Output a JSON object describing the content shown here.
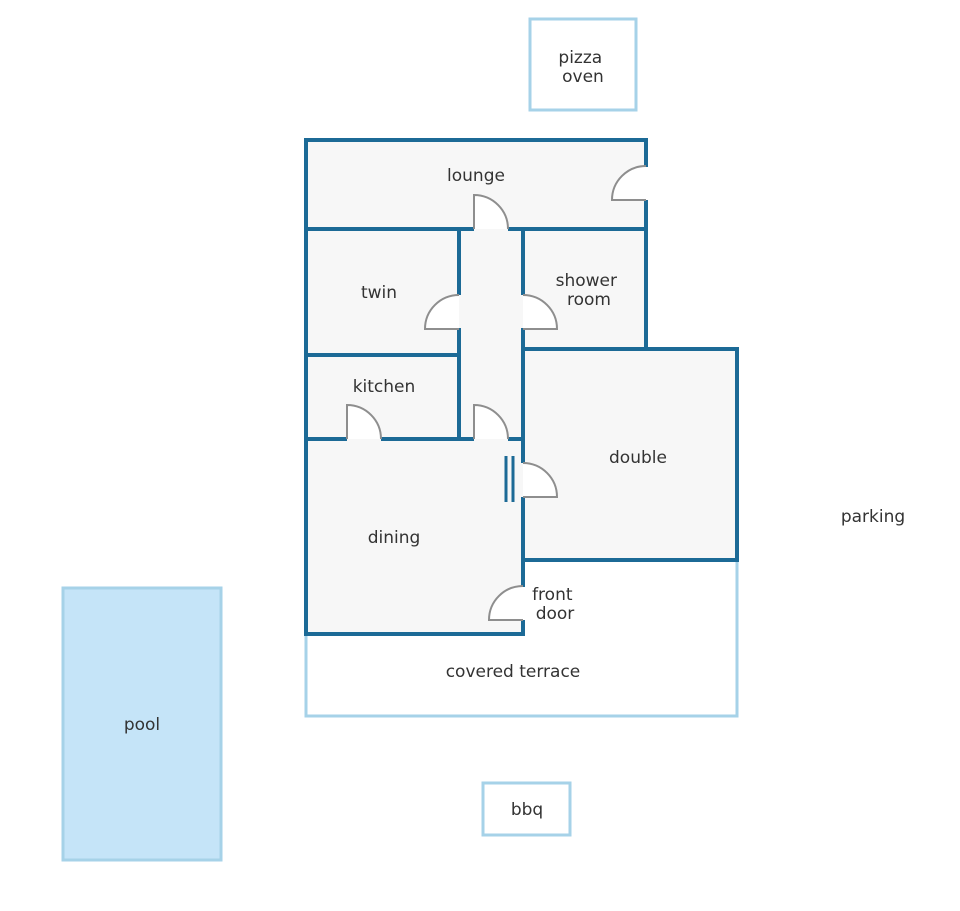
{
  "colors": {
    "wall": "#1c6a96",
    "outline": "#a6d2e8",
    "floor": "#f7f7f7",
    "pool": "#c5e4f8",
    "door": "#8e8e8e",
    "text": "#333333"
  },
  "rooms": {
    "pizza_oven": [
      "pizza",
      "oven"
    ],
    "lounge": "lounge",
    "twin": "twin",
    "shower_room": [
      "shower",
      "room"
    ],
    "kitchen": "kitchen",
    "double": "double",
    "dining": "dining",
    "front_door": [
      "front",
      "door"
    ],
    "covered_terrace": "covered terrace",
    "parking": "parking",
    "pool": "pool",
    "bbq": "bbq"
  }
}
